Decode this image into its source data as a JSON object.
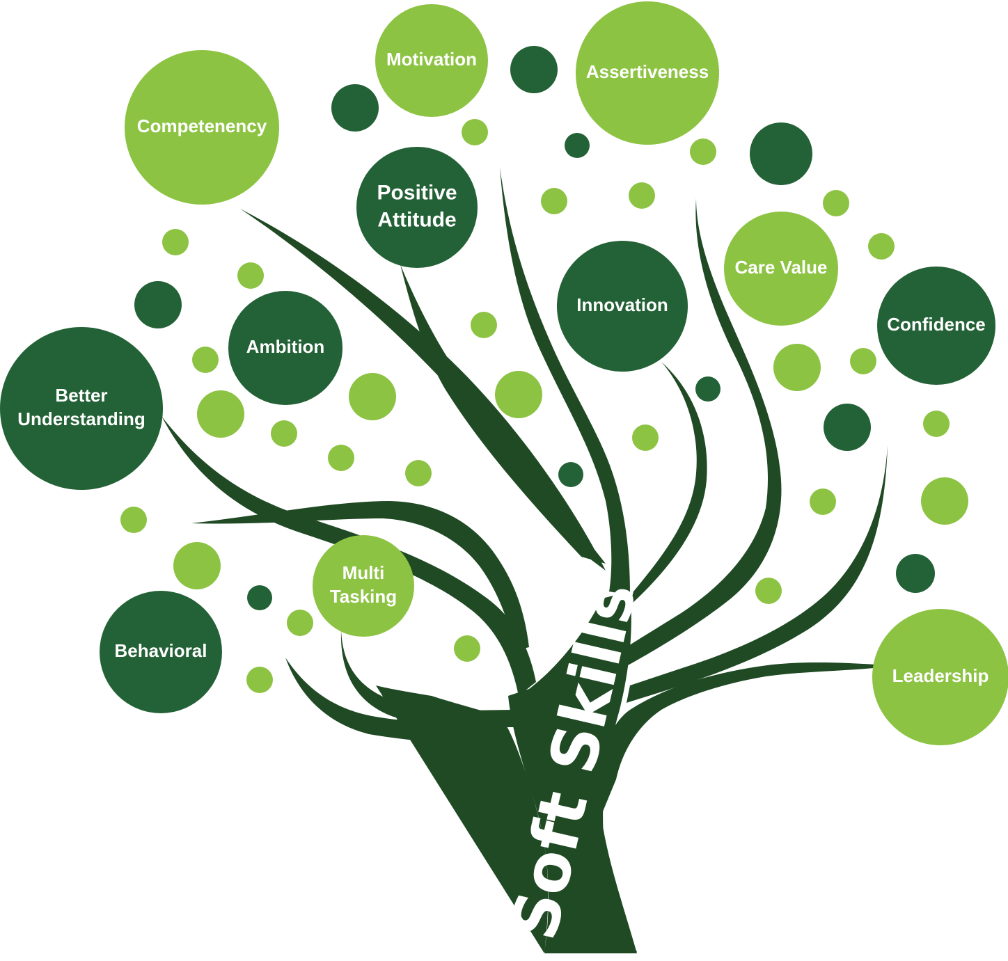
{
  "title": "Soft Skills",
  "colors": {
    "light_green": "#8DC343",
    "dark_green": "#236136",
    "trunk": "#1F4A24",
    "text": "#FFFFFF"
  },
  "skills": [
    {
      "id": "competency",
      "label": "Competenency",
      "shade": "light"
    },
    {
      "id": "motivation",
      "label": "Motivation",
      "shade": "light"
    },
    {
      "id": "assertiveness",
      "label": "Assertiveness",
      "shade": "light"
    },
    {
      "id": "positive-attitude",
      "label": "Positive Attitude",
      "lines": [
        "Positive",
        "Attitude"
      ],
      "shade": "dark"
    },
    {
      "id": "care-value",
      "label": "Care Value",
      "shade": "light"
    },
    {
      "id": "innovation",
      "label": "Innovation",
      "shade": "dark"
    },
    {
      "id": "confidence",
      "label": "Confidence",
      "shade": "dark"
    },
    {
      "id": "ambition",
      "label": "Ambition",
      "shade": "dark"
    },
    {
      "id": "better-understanding",
      "label": "Better Understanding",
      "lines": [
        "Better",
        "Understanding"
      ],
      "shade": "dark"
    },
    {
      "id": "multi-tasking",
      "label": "Multi Tasking",
      "lines": [
        "Multi",
        "Tasking"
      ],
      "shade": "light"
    },
    {
      "id": "behavioral",
      "label": "Behavioral",
      "shade": "dark"
    },
    {
      "id": "leadership",
      "label": "Leadership",
      "shade": "light"
    }
  ]
}
